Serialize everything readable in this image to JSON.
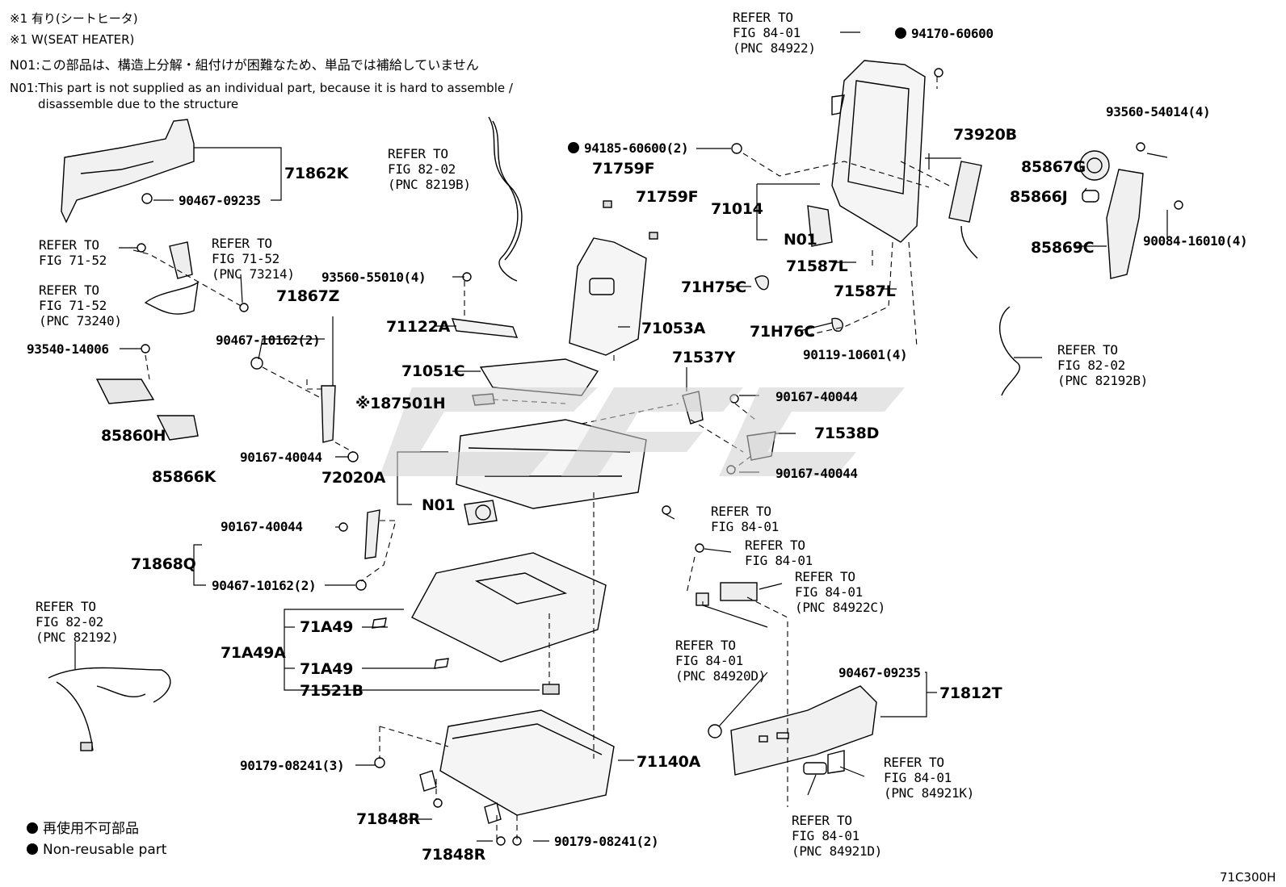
{
  "notes": {
    "note1_jp": "※1 有り(シートヒータ)",
    "note1_en": "※1 W(SEAT HEATER)",
    "n01_jp": "N01:この部品は、構造上分解・組付けが困難なため、単品では補給していません",
    "n01_en_1": "N01:This part is not supplied as an individual part, because it is hard to assemble /",
    "n01_en_2": "disassemble due to the structure"
  },
  "refs": {
    "r_84_01_84922": "REFER TO\nFIG 84-01\n(PNC 84922)",
    "r_82_02_8219b": "REFER TO\nFIG 82-02\n(PNC 8219B)",
    "r_71_52_a": "REFER TO\nFIG 71-52",
    "r_71_52_73214": "REFER TO\nFIG 71-52\n(PNC 73214)",
    "r_71_52_73240": "REFER TO\nFIG 71-52\n(PNC 73240)",
    "r_82_02_82192b": "REFER TO\nFIG 82-02\n(PNC 82192B)",
    "r_84_01_a": "REFER TO\nFIG 84-01",
    "r_84_01_b": "REFER TO\nFIG 84-01",
    "r_84_01_84922c": "REFER TO\nFIG 84-01\n(PNC 84922C)",
    "r_84_01_84920d": "REFER TO\nFIG 84-01\n(PNC 84920D)",
    "r_82_02_82192": "REFER TO\nFIG 82-02\n(PNC 82192)",
    "r_84_01_84921k": "REFER TO\nFIG 84-01\n(PNC 84921K)",
    "r_84_01_84921d": "REFER TO\nFIG 84-01\n(PNC 84921D)"
  },
  "parts": {
    "p94170": "94170-60600",
    "p94185": "94185-60600(2)",
    "p73920B": "73920B",
    "p93560_54014": "93560-54014(4)",
    "p85867G": "85867G",
    "p85866J": "85866J",
    "p85869C": "85869C",
    "p90084": "90084-16010(4)",
    "p71862K": "71862K",
    "p90467_09235_a": "90467-09235",
    "p71759F_a": "71759F",
    "p71759F_b": "71759F",
    "p71014": "71014",
    "pN01_a": "N01",
    "p71587L_a": "71587L",
    "p71587L_b": "71587L",
    "p71H75C": "71H75C",
    "p71H76C": "71H76C",
    "p90119": "90119-10601(4)",
    "p93560_55010": "93560-55010(4)",
    "p71867Z": "71867Z",
    "p90467_10162_a": "90467-10162(2)",
    "p71122A": "71122A",
    "p71053A": "71053A",
    "p93540": "93540-14006",
    "p71051C": "71051C",
    "p71537Y": "71537Y",
    "p90167_40044_a": "90167-40044",
    "p71538D": "71538D",
    "p90167_40044_b": "90167-40044",
    "p87501H": "※187501H",
    "p85860H": "85860H",
    "p85866K": "85866K",
    "p90167_40044_c": "90167-40044",
    "p72020A": "72020A",
    "pN01_b": "N01",
    "p90167_40044_d": "90167-40044",
    "p71868Q": "71868Q",
    "p90467_10162_b": "90467-10162(2)",
    "p71A49_a": "71A49",
    "p71A49A": "71A49A",
    "p71A49_b": "71A49",
    "p71521B": "71521B",
    "p90467_09235_b": "90467-09235",
    "p71812T": "71812T",
    "p90179_a": "90179-08241(3)",
    "p71140A": "71140A",
    "p71848R_a": "71848R",
    "p71848R_b": "71848R",
    "p90179_b": "90179-08241(2)"
  },
  "legend": {
    "jp": "再使用不可部品",
    "en": "Non-reusable part"
  },
  "figure_code": "71C300H"
}
